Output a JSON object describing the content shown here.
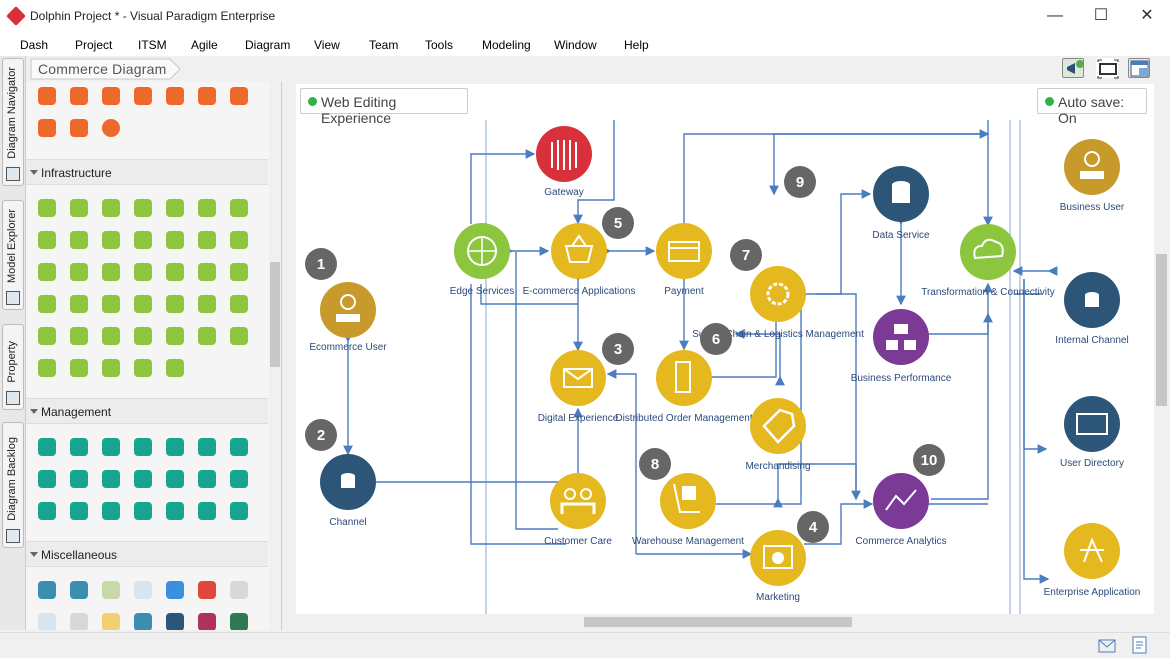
{
  "window": {
    "title": "Dolphin Project * - Visual Paradigm Enterprise",
    "buttons": [
      "—",
      "☐",
      "✕"
    ]
  },
  "menu": [
    "Dash",
    "Project",
    "ITSM",
    "Agile",
    "Diagram",
    "View",
    "Team",
    "Tools",
    "Modeling",
    "Window",
    "Help"
  ],
  "side_tabs": [
    "Diagram Navigator",
    "Model Explorer",
    "Property",
    "Diagram Backlog"
  ],
  "breadcrumb": "Commerce Diagram",
  "palette": {
    "sections": [
      "Infrastructure",
      "Management",
      "Miscellaneous"
    ]
  },
  "canvas": {
    "status_left": "Web Editing Experience",
    "status_right": "Auto save: On",
    "nodes": [
      {
        "id": "gateway",
        "label": "Gateway",
        "color": "#d9313b"
      },
      {
        "id": "edge",
        "label": "Edge Services",
        "color": "#8cc63f"
      },
      {
        "id": "ecommerce",
        "label": "E-commerce Applications",
        "color": "#e6b820"
      },
      {
        "id": "payment",
        "label": "Payment",
        "color": "#e6b820"
      },
      {
        "id": "data",
        "label": "Data Service",
        "color": "#2d5577"
      },
      {
        "id": "transform",
        "label": "Transformation & Connectivity",
        "color": "#8cc63f"
      },
      {
        "id": "ecomuser",
        "label": "Ecommerce User",
        "color": "#c79a2b"
      },
      {
        "id": "supply",
        "label": "Supply Chain & Logistics Management",
        "color": "#e6b820"
      },
      {
        "id": "bizperf",
        "label": "Business Performance",
        "color": "#7a3a96"
      },
      {
        "id": "digital",
        "label": "Digital Experience",
        "color": "#e6b820"
      },
      {
        "id": "distrib",
        "label": "Distributed Order Management",
        "color": "#e6b820"
      },
      {
        "id": "merch",
        "label": "Merchandising",
        "color": "#e6b820"
      },
      {
        "id": "channel",
        "label": "Channel",
        "color": "#2d5577"
      },
      {
        "id": "care",
        "label": "Customer Care",
        "color": "#e6b820"
      },
      {
        "id": "warehouse",
        "label": "Warehouse Management",
        "color": "#e6b820"
      },
      {
        "id": "analytics",
        "label": "Commerce Analytics",
        "color": "#7a3a96"
      },
      {
        "id": "marketing",
        "label": "Marketing",
        "color": "#e6b820"
      },
      {
        "id": "bizuser",
        "label": "Business User",
        "color": "#c79a2b"
      },
      {
        "id": "internal",
        "label": "Internal Channel",
        "color": "#2d5577"
      },
      {
        "id": "userdir",
        "label": "User Directory",
        "color": "#2d5577"
      },
      {
        "id": "enterprise",
        "label": "Enterprise Application",
        "color": "#e6b820"
      }
    ],
    "numbers": [
      "1",
      "2",
      "3",
      "4",
      "5",
      "6",
      "7",
      "8",
      "9",
      "10"
    ]
  },
  "colors": {
    "connector": "#4a7cc0",
    "badge": "#666666"
  }
}
